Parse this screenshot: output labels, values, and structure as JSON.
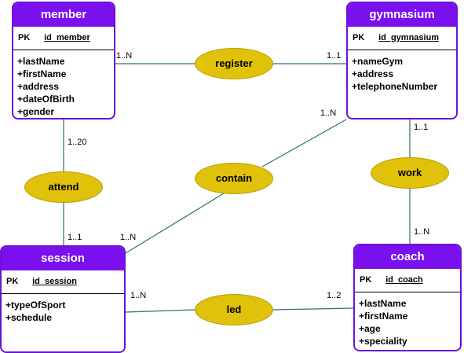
{
  "colors": {
    "entity_header": "#7a10ee",
    "entity_border": "#6a12d8",
    "relationship_fill": "#e0c20a",
    "connector": "#2e6f73"
  },
  "entities": {
    "member": {
      "title": "member",
      "pk_label": "PK",
      "pk_field": "id_member",
      "attributes": [
        "+lastName",
        "+firstName",
        "+address",
        "+dateOfBirth",
        "+gender"
      ]
    },
    "gymnasium": {
      "title": "gymnasium",
      "pk_label": "PK",
      "pk_field": "id_gymnasium",
      "attributes": [
        "+nameGym",
        "+address",
        "+telephoneNumber"
      ]
    },
    "session": {
      "title": "session",
      "pk_label": "PK",
      "pk_field": "id_session",
      "attributes": [
        "+typeOfSport",
        "+schedule"
      ]
    },
    "coach": {
      "title": "coach",
      "pk_label": "PK",
      "pk_field": "id_coach",
      "attributes": [
        "+lastName",
        "+firstName",
        "+age",
        "+speciality"
      ]
    }
  },
  "relationships": {
    "register": {
      "label": "register",
      "card_from": "1..N",
      "card_to": "1..1"
    },
    "attend": {
      "label": "attend",
      "card_from": "1..20",
      "card_to": "1..1"
    },
    "contain": {
      "label": "contain",
      "card_from": "1..N",
      "card_to": "1..N"
    },
    "work": {
      "label": "work",
      "card_from": "1..1",
      "card_to": "1..N"
    },
    "led": {
      "label": "led",
      "card_from": "1..N",
      "card_to": "1..2"
    }
  }
}
